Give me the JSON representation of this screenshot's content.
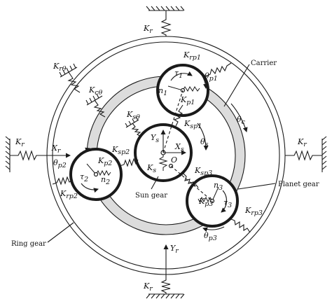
{
  "colors": {
    "line": "#1a1a1a",
    "carrier_band": "#dcdcdc",
    "background": "#ffffff"
  },
  "labels": {
    "carrier": "Carrier",
    "sun_gear": "Sun gear",
    "planet_gear": "Planet gear",
    "ring_gear": "Ring gear"
  },
  "symbols": {
    "kr_top": "K",
    "kr_top_sub": "r",
    "kr_bottom": "K",
    "kr_bottom_sub": "r",
    "kr_left": "K",
    "kr_left_sub": "r",
    "kr_right": "K",
    "kr_right_sub": "r",
    "yr": "Y",
    "yr_sub": "r",
    "xr": "X",
    "xr_sub": "r",
    "krtheta": "K",
    "krtheta_sub": "rθ",
    "kctheta": "K",
    "kctheta_sub": "cθ",
    "kstheta": "K",
    "kstheta_sub": "sθ",
    "thetac": "θ",
    "thetac_sub": "c",
    "thetas": "θ",
    "thetas_sub": "s",
    "ys": "Y",
    "ys_sub": "s",
    "xs": "X",
    "xs_sub": "s",
    "ks": "K",
    "ks_sub": "s",
    "o": "O",
    "krp1": "K",
    "krp1_sub": "rp1",
    "thetap1": "θ",
    "thetap1_sub": "p1",
    "tau1": "τ",
    "tau1_sub": "1",
    "n1": "n",
    "n1_sub": "1",
    "kp1": "K",
    "kp1_sub": "p1",
    "ksp1": "K",
    "ksp1_sub": "sp1",
    "ksp2": "K",
    "ksp2_sub": "sp2",
    "thetap2": "θ",
    "thetap2_sub": "p2",
    "kp2": "K",
    "kp2_sub": "p2",
    "tau2": "τ",
    "tau2_sub": "2",
    "n2": "n",
    "n2_sub": "2",
    "krp2": "K",
    "krp2_sub": "rp2",
    "ksp3": "K",
    "ksp3_sub": "sp3",
    "n3": "n",
    "n3_sub": "3",
    "kp3": "K",
    "kp3_sub": "p3",
    "tau3": "τ",
    "tau3_sub": "3",
    "krp3": "K",
    "krp3_sub": "rp3",
    "thetap3": "θ",
    "thetap3_sub": "p3"
  }
}
